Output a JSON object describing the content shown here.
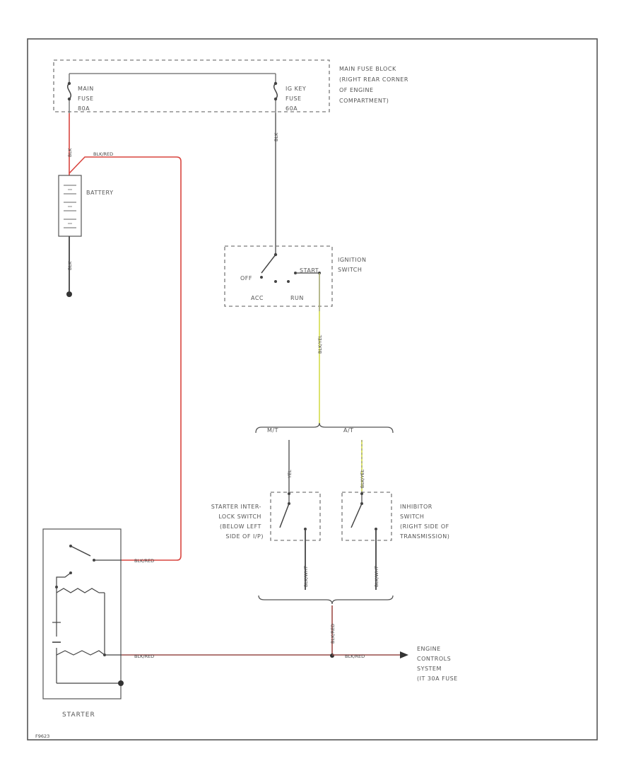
{
  "colors": {
    "red": "#d9453f",
    "yellow": "#d4dc4a",
    "gray": "#6a6a6a",
    "black": "#333333",
    "frame": "#555555"
  },
  "labels": {
    "main_fuse_block": [
      "MAIN FUSE BLOCK",
      "(RIGHT REAR CORNER",
      "OF ENGINE",
      "COMPARTMENT)"
    ],
    "main_fuse": [
      "MAIN",
      "FUSE",
      "80A"
    ],
    "ig_key_fuse": [
      "IG KEY",
      "FUSE",
      "60A"
    ],
    "battery": "BATTERY",
    "ignition_switch": [
      "IGNITION",
      "SWITCH"
    ],
    "ign_positions": {
      "off": "OFF",
      "start": "START",
      "acc": "ACC",
      "run": "RUN"
    },
    "mt": "M/T",
    "at": "A/T",
    "starter_interlock": [
      "STARTER INTER-",
      "LOCK SWITCH",
      "(BELOW LEFT",
      "SIDE OF I/P)"
    ],
    "inhibitor_switch": [
      "INHIBITOR",
      "SWITCH",
      "(RIGHT SIDE OF",
      "TRANSMISSION)"
    ],
    "starter": "STARTER",
    "engine_controls": [
      "ENGINE",
      "CONTROLS",
      "SYSTEM",
      "(IT 30A FUSE"
    ],
    "diagram_id": "F9623"
  },
  "wires": {
    "main_fuse_out": "BLK",
    "battery_pos": "BLK/RED",
    "battery_ground": "BLK",
    "ig_key_out": "BLK",
    "ign_start_out": "BLK/YEL",
    "mt_lead": "YEL",
    "at_lead": "BLK/YEL",
    "interlock_out": "BLK/WHT",
    "inhibitor_out": "BLK/WHT",
    "junction_down": "BLK/RED",
    "starter_supply": "BLK/RED",
    "starter_solenoid": "BLK/RED",
    "engine_controls_feed": "BLK/RED"
  }
}
